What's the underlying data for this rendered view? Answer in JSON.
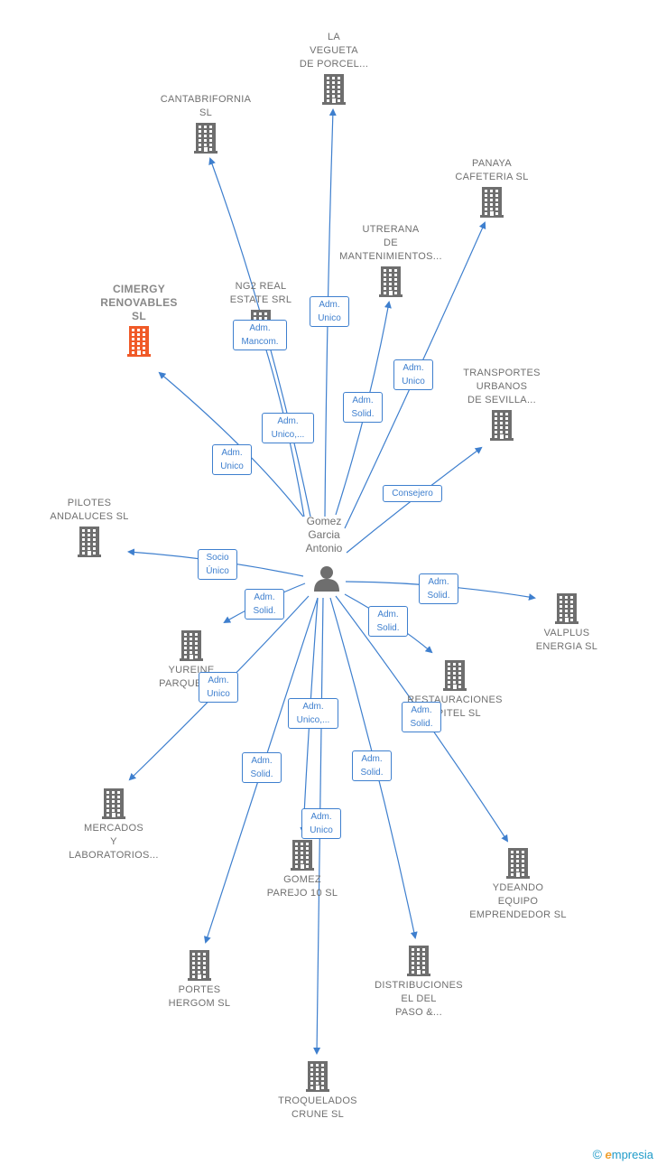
{
  "person": {
    "name": "Gomez\nGarcia\nAntonio"
  },
  "colors": {
    "edge": "#3e7fce",
    "building": "#6e6e6e",
    "highlight": "#f05a28",
    "brand": "#1f9bc9"
  },
  "companies": [
    {
      "id": "la-vegueta",
      "label": "LA\nVEGUETA\nDE PORCEL...",
      "highlight": false
    },
    {
      "id": "cantabrifornia",
      "label": "CANTABRIFORNIA\nSL",
      "highlight": false
    },
    {
      "id": "panaya",
      "label": "PANAYA\nCAFETERIA  SL",
      "highlight": false
    },
    {
      "id": "utrerana",
      "label": "UTRERANA\nDE\nMANTENIMIENTOS...",
      "highlight": false
    },
    {
      "id": "ng2",
      "label": "NG2 REAL\nESTATE SRL",
      "highlight": false
    },
    {
      "id": "cimergy",
      "label": "CIMERGY\nRENOVABLES\nSL",
      "highlight": true
    },
    {
      "id": "transportes",
      "label": "TRANSPORTES\nURBANOS\nDE SEVILLA...",
      "highlight": false
    },
    {
      "id": "pilotes",
      "label": "PILOTES\nANDALUCES SL",
      "highlight": false
    },
    {
      "id": "valplus",
      "label": "VALPLUS\nENERGIA  SL",
      "highlight": false
    },
    {
      "id": "yureine",
      "label": "YUREINE\nPARQUET SL",
      "highlight": false
    },
    {
      "id": "restauraciones",
      "label": "RESTAURACIONES\nOPITEL  SL",
      "highlight": false
    },
    {
      "id": "mercados",
      "label": "MERCADOS\nY\nLABORATORIOS...",
      "highlight": false
    },
    {
      "id": "gomez-parejo",
      "label": "GOMEZ\nPAREJO 10  SL",
      "highlight": false
    },
    {
      "id": "ydeando",
      "label": "YDEANDO\nEQUIPO\nEMPRENDEDOR SL",
      "highlight": false
    },
    {
      "id": "portes",
      "label": "PORTES\nHERGOM SL",
      "highlight": false
    },
    {
      "id": "distribuciones",
      "label": "DISTRIBUCIONES\nEL DEL\nPASO &...",
      "highlight": false
    },
    {
      "id": "troquelados",
      "label": "TROQUELADOS\nCRUNE  SL",
      "highlight": false
    }
  ],
  "relations": [
    {
      "target": "la-vegueta",
      "label": "Adm.\nUnico"
    },
    {
      "target": "cantabrifornia",
      "label": "Adm.\nMancom."
    },
    {
      "target": "panaya",
      "label": "Adm.\nUnico"
    },
    {
      "target": "utrerana",
      "label": "Adm.\nSolid."
    },
    {
      "target": "ng2",
      "label": "Adm.\nUnico,..."
    },
    {
      "target": "cimergy",
      "label": "Adm.\nUnico"
    },
    {
      "target": "transportes",
      "label": "Consejero"
    },
    {
      "target": "pilotes",
      "label": "Socio\nÚnico"
    },
    {
      "target": "valplus",
      "label": "Adm.\nSolid."
    },
    {
      "target": "yureine",
      "label": "Adm.\nSolid."
    },
    {
      "target": "restauraciones",
      "label": "Adm.\nSolid."
    },
    {
      "target": "mercados",
      "label": "Adm.\nUnico"
    },
    {
      "target": "gomez-parejo",
      "label": "Adm.\nUnico,..."
    },
    {
      "target": "ydeando",
      "label": "Adm.\nSolid."
    },
    {
      "target": "portes",
      "label": "Adm.\nSolid."
    },
    {
      "target": "distribuciones",
      "label": "Adm.\nSolid."
    },
    {
      "target": "troquelados",
      "label": "Adm.\nUnico"
    }
  ],
  "brand": {
    "symbol": "©",
    "initial": "e",
    "rest": "mpresia"
  }
}
